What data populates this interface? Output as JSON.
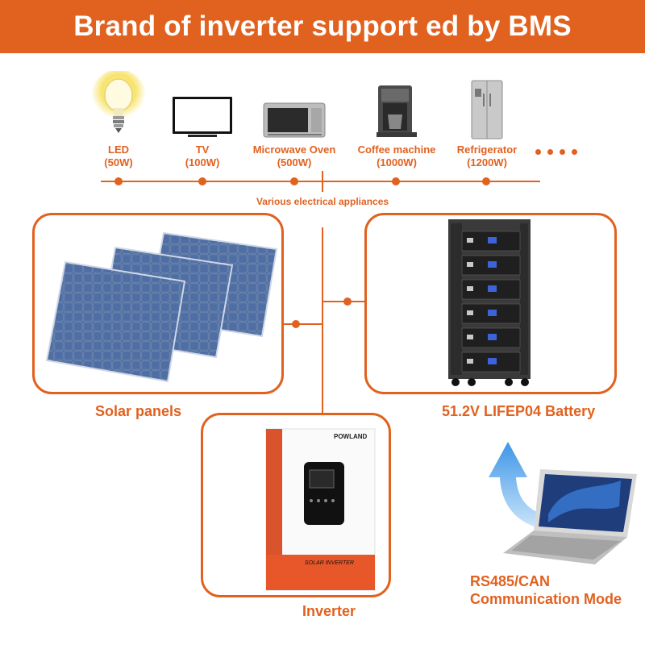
{
  "header": {
    "title": "Brand of inverter support ed by BMS"
  },
  "appliances": [
    {
      "name": "LED",
      "power": "(50W)",
      "icon": "light-bulb-icon"
    },
    {
      "name": "TV",
      "power": "(100W)",
      "icon": "tv-icon"
    },
    {
      "name": "Microwave Oven",
      "power": "(500W)",
      "icon": "microwave-icon"
    },
    {
      "name": "Coffee machine",
      "power": "(1000W)",
      "icon": "coffee-machine-icon"
    },
    {
      "name": "Refrigerator",
      "power": "(1200W)",
      "icon": "refrigerator-icon"
    }
  ],
  "bus_label": "Various electrical appliances",
  "components": {
    "solar": {
      "label": "Solar panels"
    },
    "battery": {
      "label": "51.2V LIFEP04 Battery"
    },
    "inverter": {
      "label": "Inverter",
      "brand": "POWLAND",
      "panel_text": "SOLAR INVERTER"
    },
    "comm": {
      "line1": "RS485/CAN",
      "line2": "Communication Mode"
    }
  },
  "colors": {
    "accent": "#e1611f",
    "arrow": "#4aa8e8"
  }
}
